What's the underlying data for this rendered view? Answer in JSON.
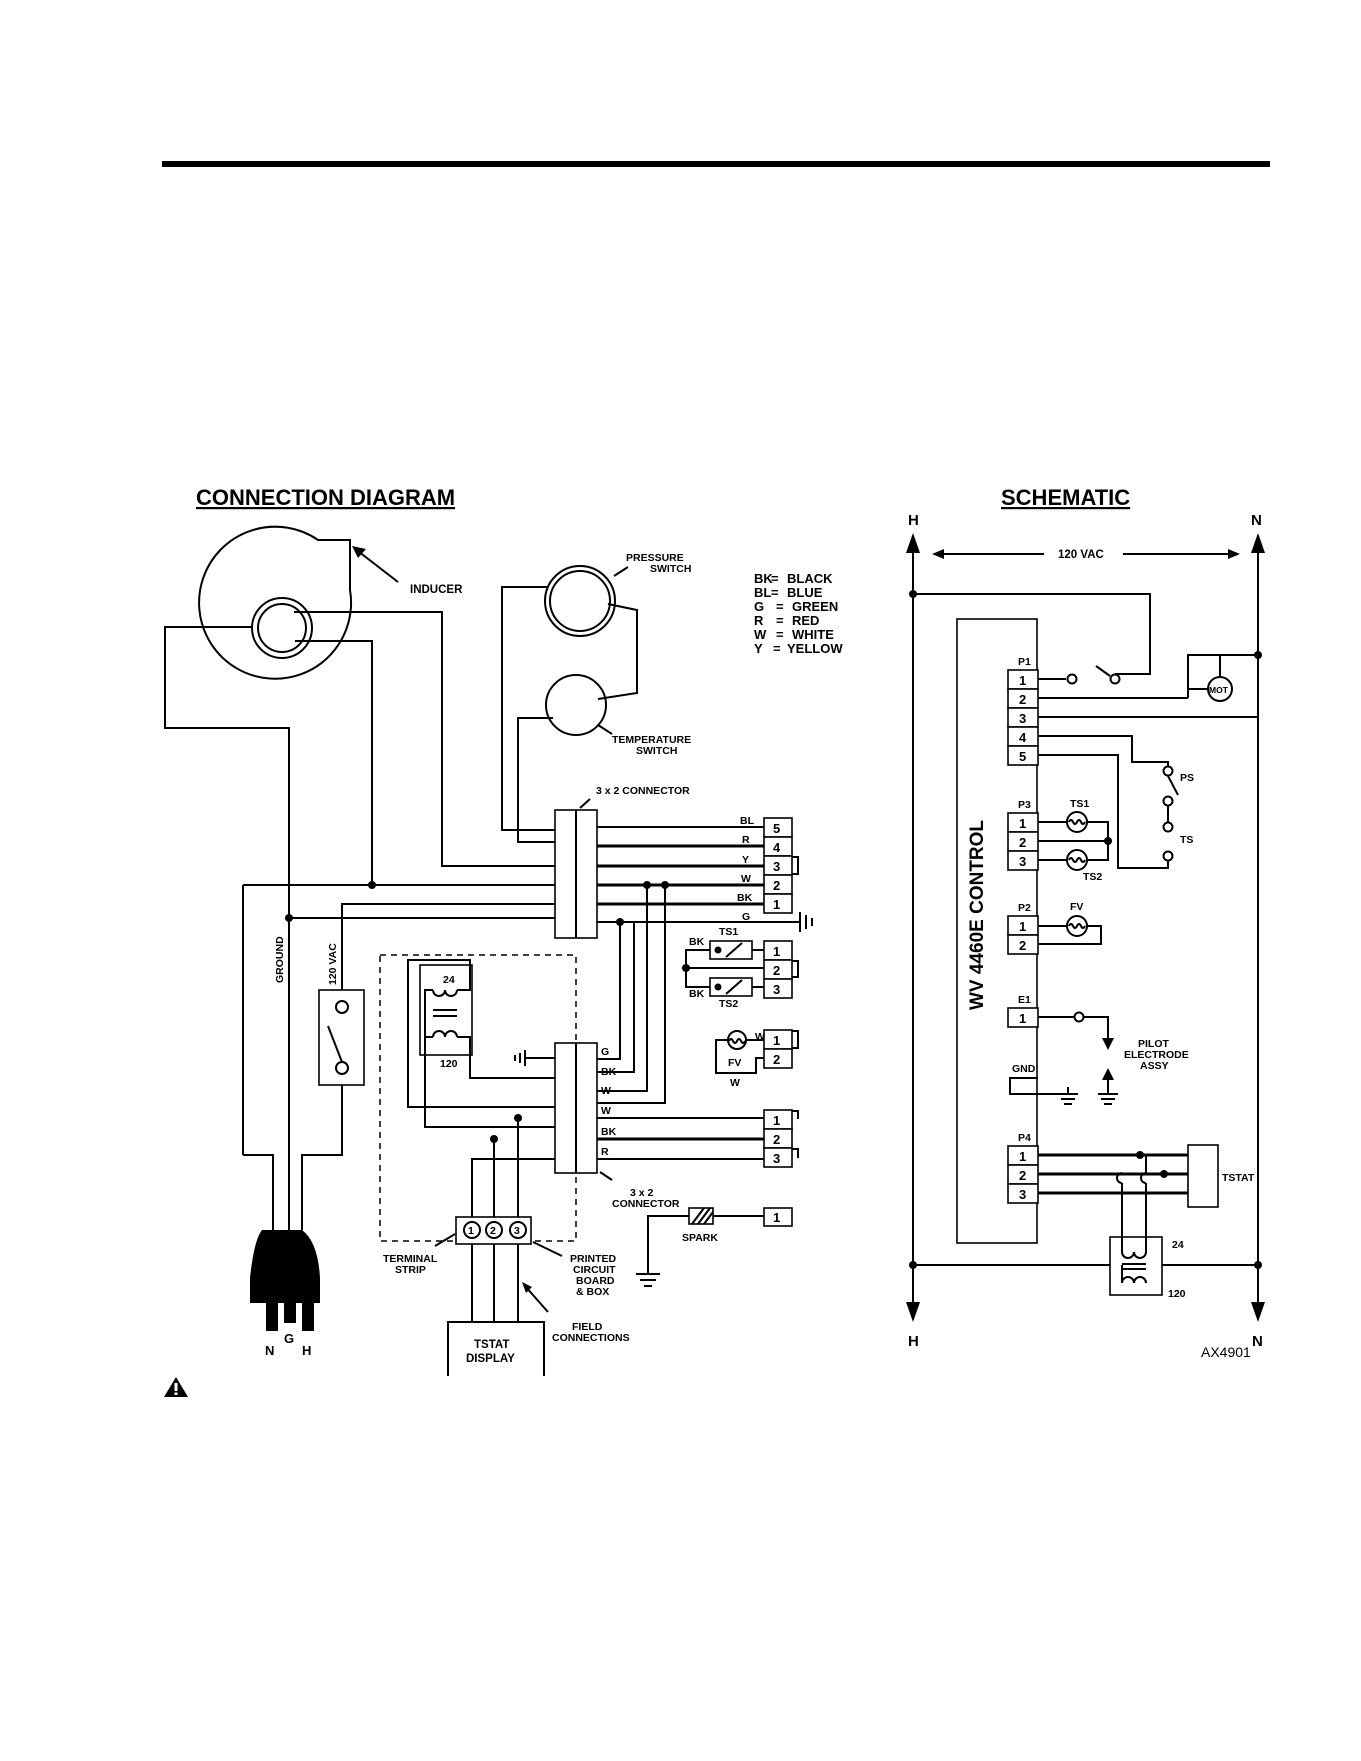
{
  "connection": {
    "heading": "CONNECTION DIAGRAM",
    "inducer": "INDUCER",
    "pressure_switch": [
      "PRESSURE",
      "SWITCH"
    ],
    "temperature_switch": [
      "TEMPERATURE",
      "SWITCH"
    ],
    "connector_top": "3 x 2 CONNECTOR",
    "connector_bottom": [
      "3 x 2",
      "CONNECTOR"
    ],
    "ground": "GROUND",
    "vac": "120 VAC",
    "transformer_24": "24",
    "transformer_120": "120",
    "terminal_strip": [
      "TERMINAL",
      "STRIP"
    ],
    "pcb": [
      "PRINTED",
      "CIRCUIT",
      "BOARD",
      "& BOX"
    ],
    "field_connections": [
      "FIELD",
      "CONNECTIONS"
    ],
    "tstat_display": [
      "TSTAT",
      "DISPLAY"
    ],
    "spark": "SPARK",
    "ts1": "TS1",
    "ts2": "TS2",
    "fv": "FV",
    "plug": {
      "n": "N",
      "g": "G",
      "h": "H"
    },
    "top_wires": [
      "BL",
      "R",
      "Y",
      "W",
      "BK",
      "G"
    ],
    "top_pins": [
      "5",
      "4",
      "3",
      "2",
      "1"
    ],
    "bottom_wires": [
      "G",
      "BK",
      "W",
      "W",
      "BK",
      "R"
    ],
    "bk": "BK",
    "w": "W",
    "pins": [
      "1",
      "2",
      "3"
    ]
  },
  "legend": [
    {
      "code": "BK",
      "name": "BLACK"
    },
    {
      "code": "BL",
      "name": "BLUE"
    },
    {
      "code": "G",
      "name": "GREEN"
    },
    {
      "code": "R",
      "name": "RED"
    },
    {
      "code": "W",
      "name": "WHITE"
    },
    {
      "code": "Y",
      "name": "YELLOW"
    }
  ],
  "schematic": {
    "heading": "SCHEMATIC",
    "h": "H",
    "n": "N",
    "vac": "120 VAC",
    "control": "WV 4460E CONTROL",
    "p1": "P1",
    "p3": "P3",
    "p2": "P2",
    "e1": "E1",
    "gnd": "GND",
    "p4": "P4",
    "mot": "MOT",
    "ps": "PS",
    "ts": "TS",
    "ts1": "TS1",
    "ts2": "TS2",
    "fv": "FV",
    "pilot": [
      "PILOT",
      "ELECTRODE",
      "ASSY"
    ],
    "tstat": "TSTAT",
    "t24": "24",
    "t120": "120",
    "p1_pins": [
      "1",
      "2",
      "3",
      "4",
      "5"
    ],
    "pins3": [
      "1",
      "2",
      "3"
    ],
    "pins2": [
      "1",
      "2"
    ],
    "pin1": "1"
  },
  "figure_id": "AX4901"
}
